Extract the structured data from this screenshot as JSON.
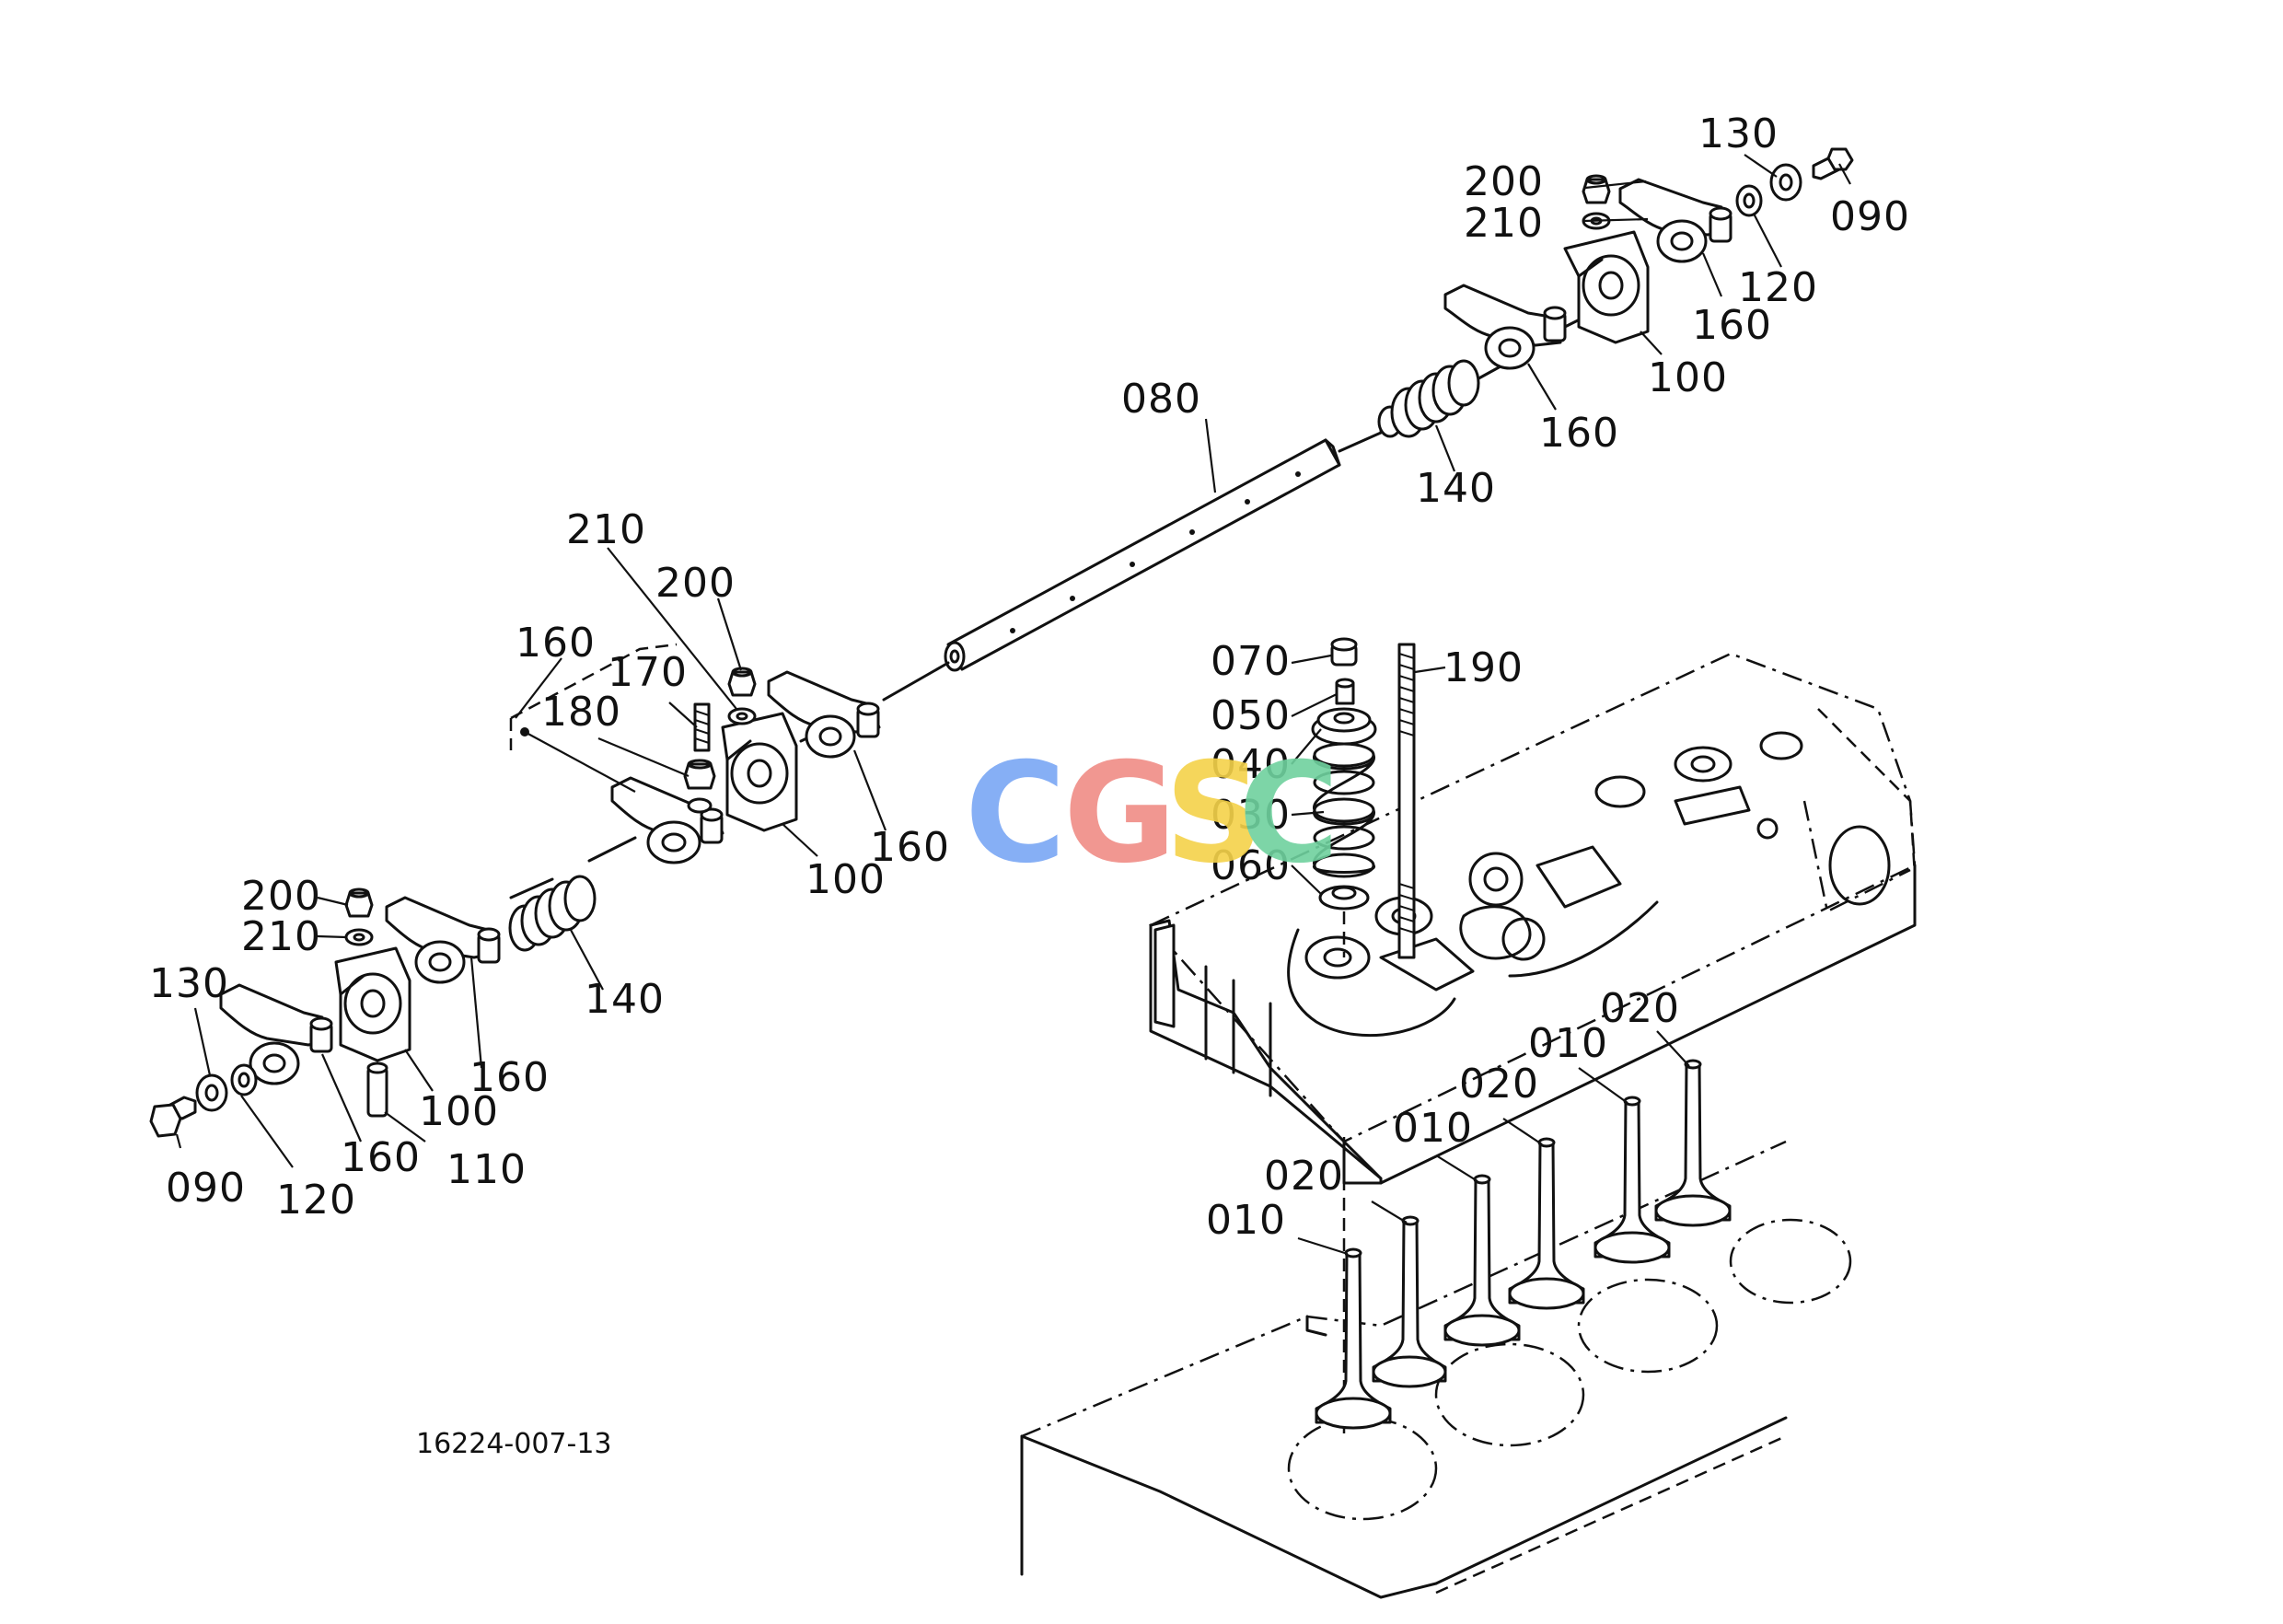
{
  "drawing_number": "16224-007-13",
  "watermark": {
    "letters": [
      "C",
      "G",
      "S",
      "C"
    ],
    "colors": [
      "#7aa7f5",
      "#f08c86",
      "#f5d24a",
      "#6fd19e"
    ]
  },
  "callouts": [
    {
      "id": "c1",
      "label": "130"
    },
    {
      "id": "c2",
      "label": "200"
    },
    {
      "id": "c3",
      "label": "210"
    },
    {
      "id": "c4",
      "label": "090"
    },
    {
      "id": "c5",
      "label": "120"
    },
    {
      "id": "c6",
      "label": "160"
    },
    {
      "id": "c7",
      "label": "100"
    },
    {
      "id": "c8",
      "label": "160"
    },
    {
      "id": "c9",
      "label": "080"
    },
    {
      "id": "c10",
      "label": "140"
    },
    {
      "id": "c11",
      "label": "210"
    },
    {
      "id": "c12",
      "label": "200"
    },
    {
      "id": "c13",
      "label": "160"
    },
    {
      "id": "c14",
      "label": "170"
    },
    {
      "id": "c15",
      "label": "180"
    },
    {
      "id": "c16",
      "label": "160"
    },
    {
      "id": "c17",
      "label": "100"
    },
    {
      "id": "c18",
      "label": "070"
    },
    {
      "id": "c19",
      "label": "190"
    },
    {
      "id": "c20",
      "label": "050"
    },
    {
      "id": "c21",
      "label": "040"
    },
    {
      "id": "c22",
      "label": "030"
    },
    {
      "id": "c23",
      "label": "060"
    },
    {
      "id": "c24",
      "label": "200"
    },
    {
      "id": "c25",
      "label": "210"
    },
    {
      "id": "c26",
      "label": "140"
    },
    {
      "id": "c27",
      "label": "130"
    },
    {
      "id": "c28",
      "label": "160"
    },
    {
      "id": "c29",
      "label": "100"
    },
    {
      "id": "c30",
      "label": "160"
    },
    {
      "id": "c31",
      "label": "110"
    },
    {
      "id": "c32",
      "label": "090"
    },
    {
      "id": "c33",
      "label": "120"
    },
    {
      "id": "c34",
      "label": "020"
    },
    {
      "id": "c35",
      "label": "010"
    },
    {
      "id": "c36",
      "label": "020"
    },
    {
      "id": "c37",
      "label": "010"
    },
    {
      "id": "c38",
      "label": "020"
    },
    {
      "id": "c39",
      "label": "010"
    }
  ]
}
